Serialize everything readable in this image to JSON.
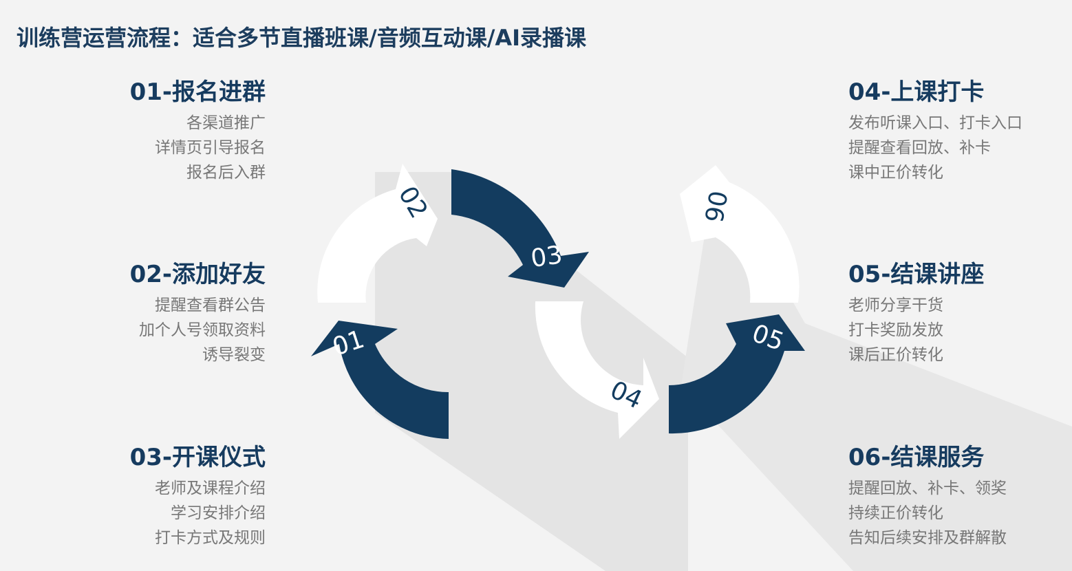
{
  "title": "训练营运营流程：适合多节直播班课/音频互动课/AI录播课",
  "colors": {
    "dark": "#133c5f",
    "light": "#ffffff",
    "shadow": "#e3e3e3",
    "heading": "#163b5f",
    "body_text": "#777777"
  },
  "steps_left": [
    {
      "heading": "01-报名进群",
      "lines": [
        "各渠道推广",
        "详情页引导报名",
        "报名后入群"
      ]
    },
    {
      "heading": "02-添加好友",
      "lines": [
        "提醒查看群公告",
        "加个人号领取资料",
        "诱导裂变"
      ]
    },
    {
      "heading": "03-开课仪式",
      "lines": [
        "老师及课程介绍",
        "学习安排介绍",
        "打卡方式及规则"
      ]
    }
  ],
  "steps_right": [
    {
      "heading": "04-上课打卡",
      "lines": [
        "发布听课入口、打卡入口",
        "提醒查看回放、补卡",
        "课中正价转化"
      ]
    },
    {
      "heading": "05-结课讲座",
      "lines": [
        "老师分享干货",
        "打卡奖励发放",
        "课后正价转化"
      ]
    },
    {
      "heading": "06-结课服务",
      "lines": [
        "提醒回放、补卡、领奖",
        "持续正价转化",
        "告知后续安排及群解散"
      ]
    }
  ],
  "arrow_labels": [
    "01",
    "02",
    "03",
    "04",
    "05",
    "06"
  ]
}
